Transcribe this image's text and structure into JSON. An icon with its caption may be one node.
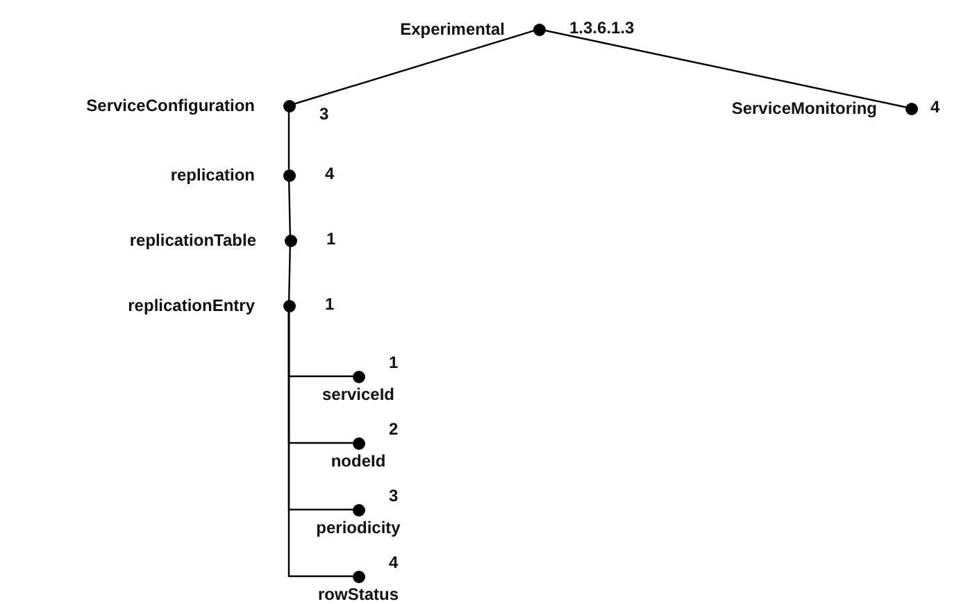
{
  "diagram": {
    "nodes": [
      {
        "text": [
          "Experimental"
        ],
        "beside": [
          "1.3.6.1.3"
        ]
      },
      {
        "text": [
          "ServiceConfiguration"
        ],
        "beside": [
          "3"
        ]
      },
      {
        "text": [
          "ServiceMonitoring"
        ],
        "beside": [
          "4"
        ]
      },
      {
        "text": [
          "replication"
        ],
        "beside": [
          "4"
        ]
      },
      {
        "text": [
          "replicationTable"
        ],
        "beside": [
          "1"
        ]
      },
      {
        "text": [
          "replicationEntry"
        ],
        "beside": [
          "1"
        ]
      },
      {
        "text": [
          "serviceId"
        ],
        "beside": [
          "1"
        ]
      },
      {
        "text": [
          "nodeId"
        ],
        "beside": [
          "2"
        ]
      },
      {
        "text": [
          "periodicity"
        ],
        "beside": [
          "3"
        ]
      },
      {
        "text": [
          "rowStatus"
        ],
        "beside": [
          "4"
        ]
      }
    ],
    "edges": [
      {
        "from": 0,
        "to": 1,
        "arrow": "none"
      },
      {
        "from": 0,
        "to": 2,
        "arrow": "none"
      },
      {
        "from": 1,
        "to": 3,
        "arrow": "none"
      },
      {
        "from": 3,
        "to": 4,
        "arrow": "none"
      },
      {
        "from": 4,
        "to": 5,
        "arrow": "none"
      },
      {
        "from": 5,
        "to": 6,
        "arrow": "none"
      },
      {
        "from": 5,
        "to": 7,
        "arrow": "none"
      },
      {
        "from": 5,
        "to": 8,
        "arrow": "none"
      },
      {
        "from": 5,
        "to": 9,
        "arrow": "none"
      }
    ]
  }
}
